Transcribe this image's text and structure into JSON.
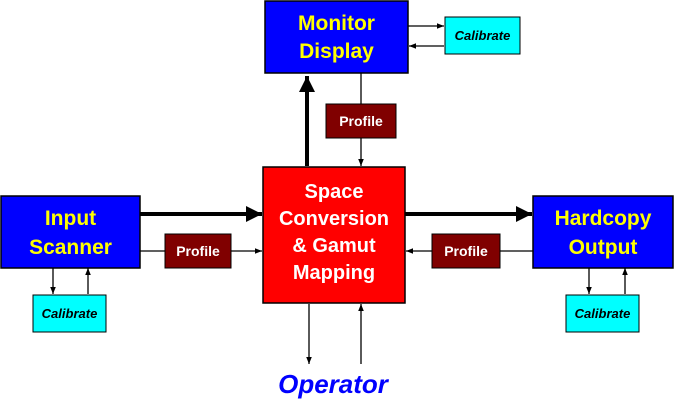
{
  "nodes": {
    "monitor": {
      "line1": "Monitor",
      "line2": "Display"
    },
    "input": {
      "line1": "Input",
      "line2": "Scanner"
    },
    "hardcopy": {
      "line1": "Hardcopy",
      "line2": "Output"
    },
    "center": {
      "line1": "Space",
      "line2": "Conversion",
      "line3": "& Gamut",
      "line4": "Mapping"
    },
    "profile_top": "Profile",
    "profile_left": "Profile",
    "profile_right": "Profile",
    "calibrate_monitor": "Calibrate",
    "calibrate_input": "Calibrate",
    "calibrate_hardcopy": "Calibrate",
    "operator": "Operator"
  },
  "colors": {
    "device_box": "#0000ff",
    "device_text": "#ffff00",
    "center_box": "#ff0000",
    "center_text": "#ffffff",
    "profile_box": "#800000",
    "profile_text": "#ffffff",
    "calibrate_box": "#00ffff",
    "operator_text": "#0000ff"
  }
}
